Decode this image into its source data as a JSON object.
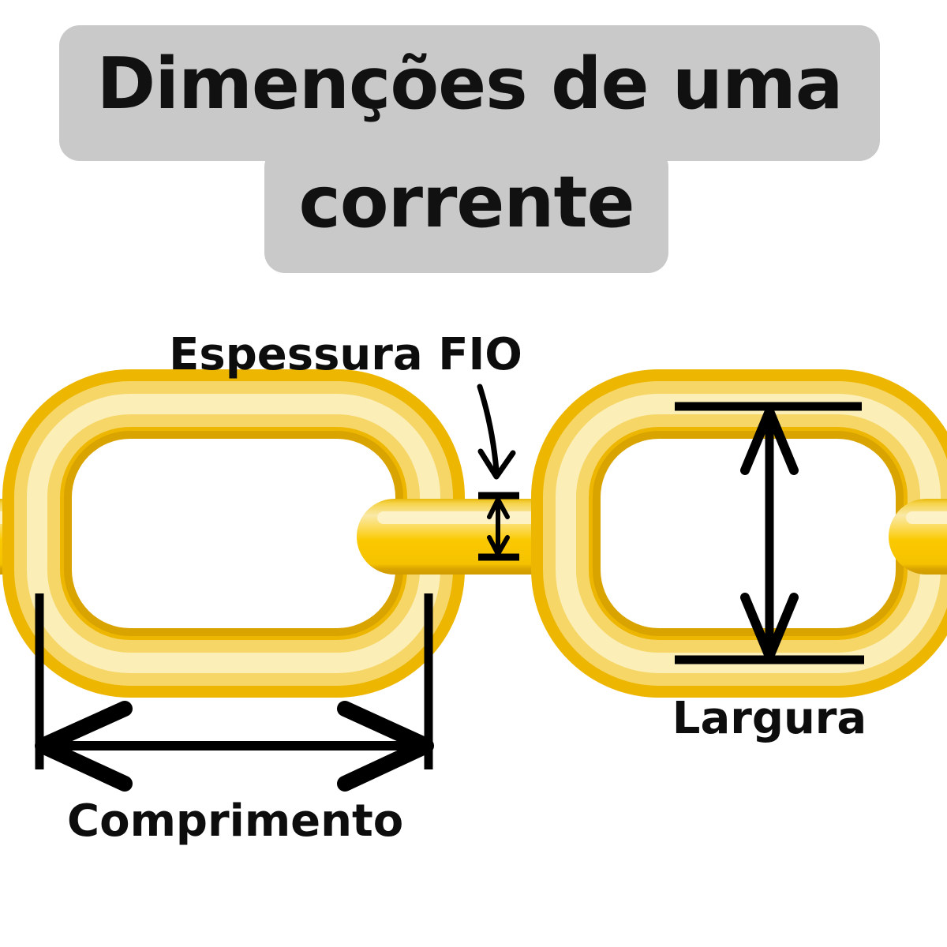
{
  "title": {
    "line1": "Dimenções de uma",
    "line2": "corrente",
    "full": "Dimenções de uma corrente",
    "band_color": "#c9c9c9",
    "text_color": "#111111"
  },
  "labels": {
    "espessura": "Espessura FIO",
    "largura": "Largura",
    "comprimento": "Comprimento"
  },
  "colors": {
    "background": "#ffffff",
    "chain_outline": "#e8b007",
    "chain_mid": "#fbc900",
    "chain_light": "#f7dd84",
    "chain_highlight": "#fbeeb6",
    "chain_shadow": "#d6a400",
    "chain_core": "#fbcb0a",
    "bar_top_highlight": "#fdf1c0",
    "annotation": "#000000",
    "title_band": "#c9c9c9"
  },
  "annotations": [
    {
      "name": "espessura-fio",
      "label": "Espessura FIO",
      "kind": "leader-arrow-and-vertical-measure",
      "measures": "wire thickness of the connector bar"
    },
    {
      "name": "largura",
      "label": "Largura",
      "kind": "vertical-double-arrow",
      "measures": "outer height (width) of a chain link"
    },
    {
      "name": "comprimento",
      "label": "Comprimento",
      "kind": "horizontal-double-arrow",
      "measures": "outer length of a chain link"
    }
  ],
  "figure": {
    "type": "chain-dimensions-diagram",
    "link_count": 2,
    "connector_bar_count": 3
  }
}
